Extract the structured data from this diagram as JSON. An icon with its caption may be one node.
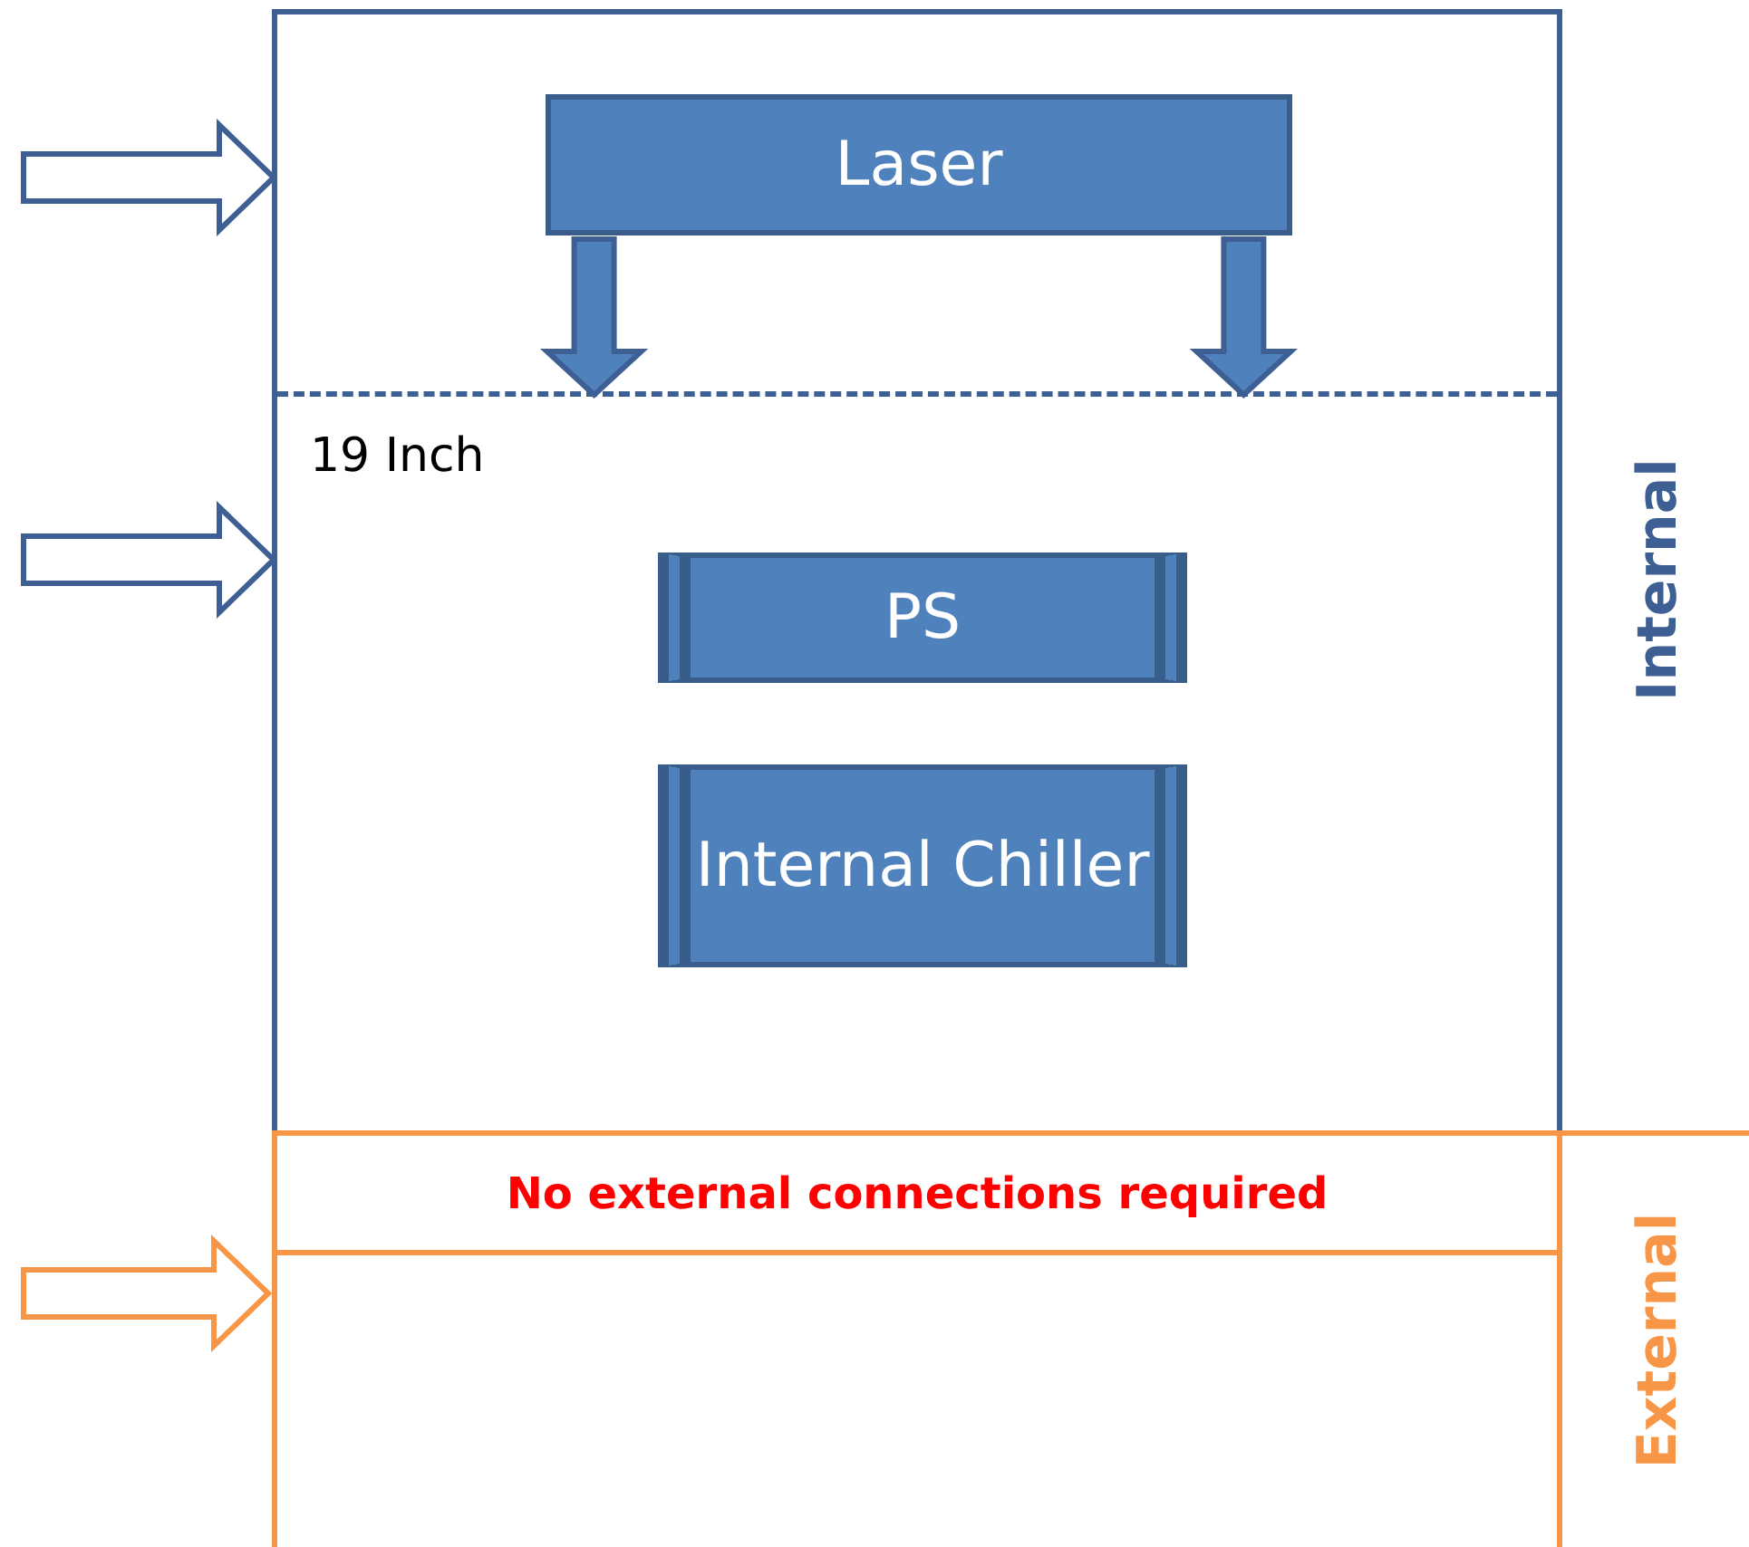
{
  "diagram": {
    "nodes": [
      {
        "text": [
          "Internal"
        ]
      },
      {
        "text": [],
        "shape": "box",
        "in": 0
      },
      {
        "text": [
          "Laser"
        ],
        "in": 1
      },
      {
        "text": [
          "19 Inch"
        ],
        "in": 0
      },
      {
        "text": [
          "PS"
        ],
        "in": 3
      },
      {
        "text": [
          "Internal Chiller"
        ],
        "in": 3
      },
      {
        "text": [
          "External"
        ]
      },
      {
        "text": [
          "No external connections required"
        ],
        "in": 6
      }
    ],
    "edges": [
      {
        "from": 2,
        "to": 3,
        "arrow": "to"
      },
      {
        "from": 2,
        "to": 3,
        "arrow": "to"
      },
      {
        "from": null,
        "to": 1,
        "arrow": "to"
      },
      {
        "from": null,
        "to": 3,
        "arrow": "to"
      },
      {
        "from": null,
        "to": 6,
        "arrow": "to",
        "color": "#f79646"
      }
    ]
  }
}
